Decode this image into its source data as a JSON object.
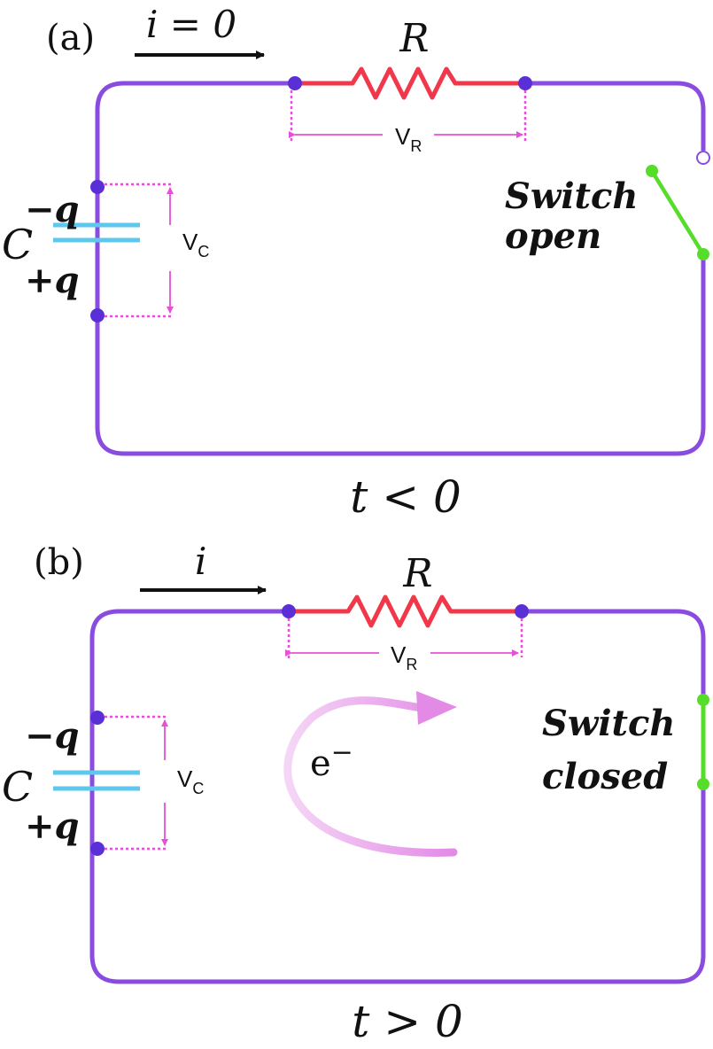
{
  "colors": {
    "wire": "#8a4be0",
    "node": "#5b2fd6",
    "resistor": "#f0384a",
    "measure": "#e84fd8",
    "capacitor": "#5cc8ee",
    "switch": "#55dd2a",
    "electron_arrow": "#e38ae6",
    "text": "#111111"
  },
  "panel_a": {
    "label": "(a)",
    "current_label": "i = 0",
    "resistor_label": "R",
    "vr_label": "V",
    "vr_sub": "R",
    "vc_label": "V",
    "vc_sub": "C",
    "cap_label": "C",
    "charge_top": "−q",
    "charge_bottom": "+q",
    "switch_line1": "Switch",
    "switch_line2": "open",
    "time_label": "t < 0"
  },
  "panel_b": {
    "label": "(b)",
    "current_label": "i",
    "resistor_label": "R",
    "vr_label": "V",
    "vr_sub": "R",
    "vc_label": "V",
    "vc_sub": "C",
    "cap_label": "C",
    "charge_top": "−q",
    "charge_bottom": "+q",
    "electron_label": "e",
    "electron_sup": "−",
    "switch_line1": "Switch",
    "switch_line2": "closed",
    "time_label": "t > 0"
  }
}
